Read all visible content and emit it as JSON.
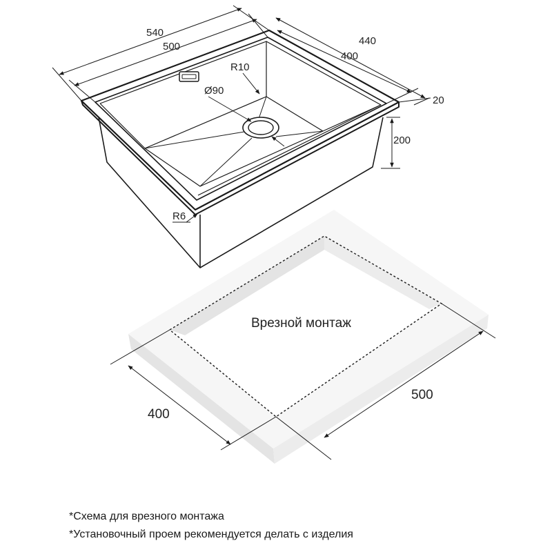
{
  "sink": {
    "dimensions": {
      "outer_width": "540",
      "inner_width": "500",
      "outer_depth": "440",
      "inner_depth": "400",
      "rim": "20",
      "height": "200",
      "corner_radius_inner": "R10",
      "corner_radius_rim": "R6",
      "drain_diameter": "Ø90"
    }
  },
  "cutout": {
    "label": "Врезной монтаж",
    "width": "500",
    "depth": "400"
  },
  "notes": [
    "*Схема для врезного монтажа",
    "*Установочный проем рекомендуется делать с изделия"
  ],
  "colors": {
    "line": "#1a1a1a",
    "slab_top": "#f6f6f6",
    "slab_side": "#e4e4e4",
    "slab_front": "#ececec"
  }
}
